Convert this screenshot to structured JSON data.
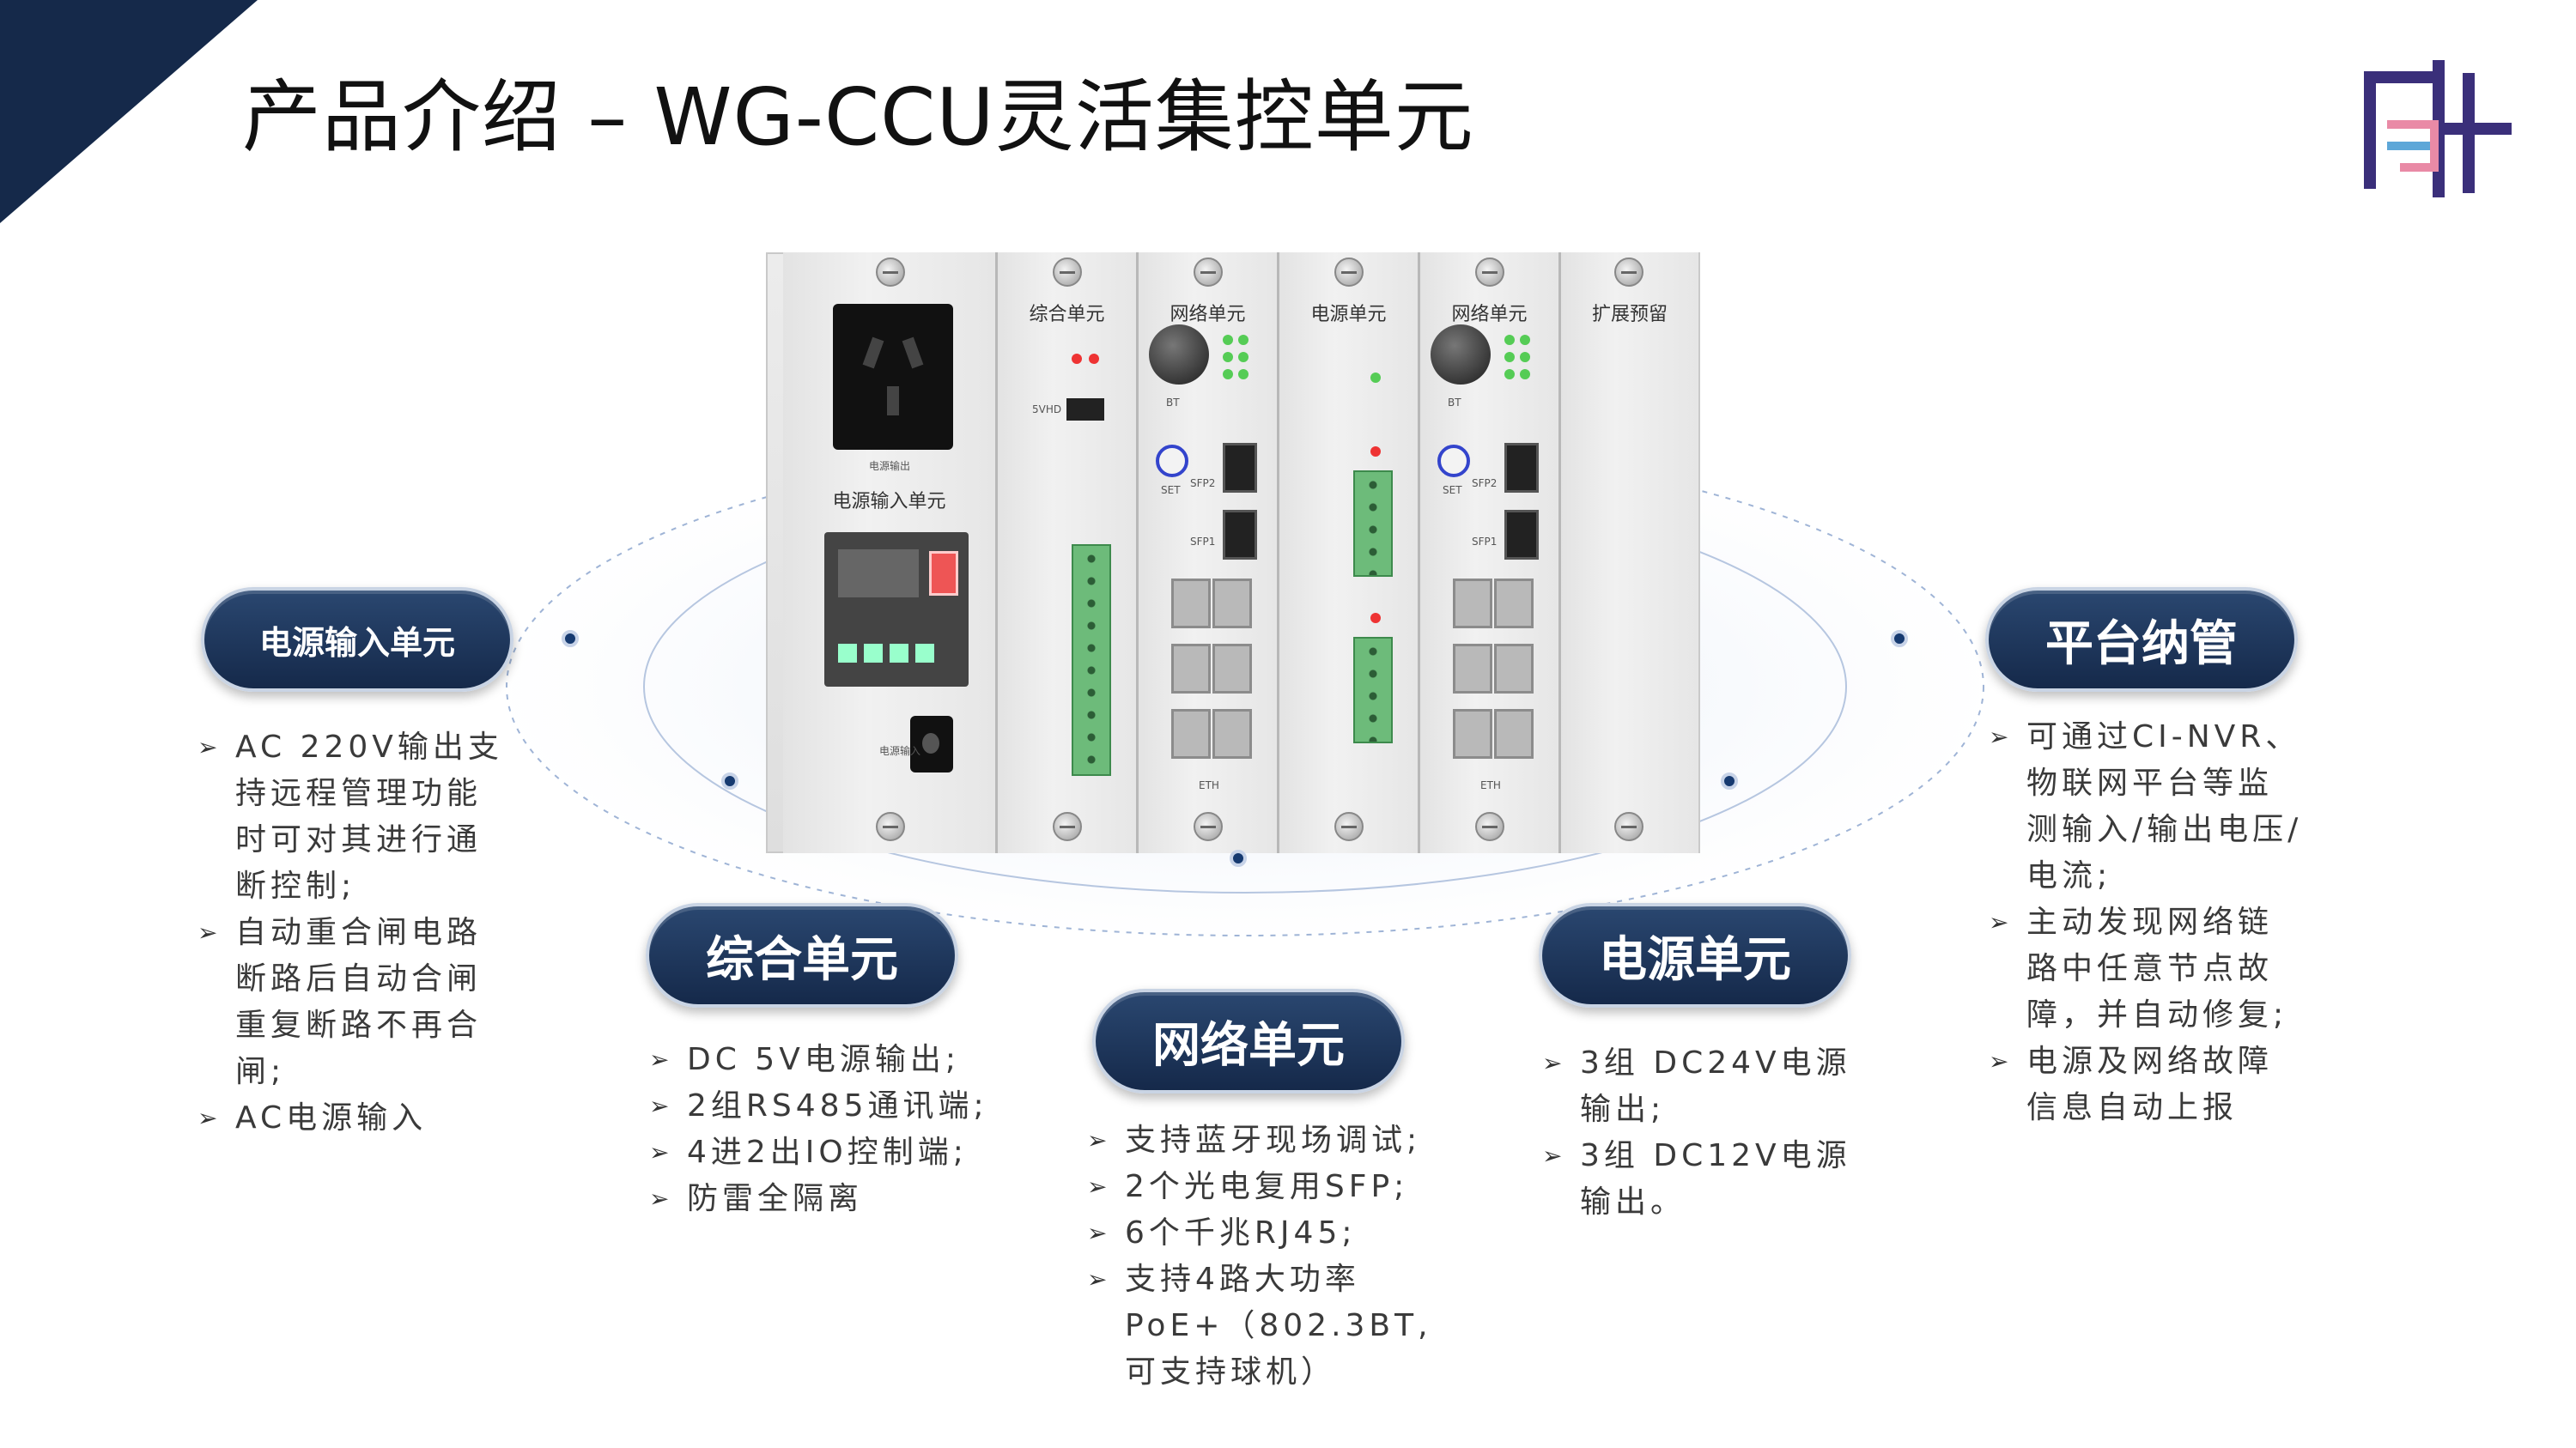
{
  "slide": {
    "title": "产品介绍 – WG-CCU灵活集控单元"
  },
  "device": {
    "modules": [
      {
        "name": "电源输入单元",
        "socket_label": "电源输出",
        "input_label": "电源输入"
      },
      {
        "name": "综合单元",
        "port_label": "5VHD"
      },
      {
        "name": "网络单元",
        "bt": "BT",
        "set": "SET",
        "sfp2": "SFP2",
        "sfp1": "SFP1",
        "eth": "ETH"
      },
      {
        "name": "电源单元"
      },
      {
        "name": "网络单元",
        "bt": "BT",
        "set": "SET",
        "sfp2": "SFP2",
        "sfp1": "SFP1",
        "eth": "ETH"
      },
      {
        "name": "扩展预留"
      }
    ]
  },
  "sections": {
    "power_input": {
      "label": "电源输入单元",
      "items": [
        "AC 220V输出支持远程管理功能时可对其进行通断控制;",
        "自动重合闸电路断路后自动合闸重复断路不再合闸;",
        "AC电源输入"
      ]
    },
    "integrated": {
      "label": "综合单元",
      "items": [
        "DC 5V电源输出;",
        "2组RS485通讯端;",
        "4进2出IO控制端;",
        "防雷全隔离"
      ]
    },
    "network": {
      "label": "网络单元",
      "items": [
        "支持蓝牙现场调试;",
        "2个光电复用SFP;",
        "6个千兆RJ45;",
        "支持4路大功率PoE+（802.3BT,可支持球机）"
      ]
    },
    "power": {
      "label": "电源单元",
      "items": [
        "3组 DC24V电源输出;",
        "3组 DC12V电源输出。"
      ]
    },
    "platform": {
      "label": "平台纳管",
      "items": [
        "可通过CI-NVR、物联网平台等监测输入/输出电压/电流;",
        "主动发现网络链路中任意节点故障，并自动修复;",
        "电源及网络故障信息自动上报"
      ]
    }
  },
  "colors": {
    "navy": "#15294a",
    "logo_purple": "#3a2f7a",
    "logo_pink": "#e98aa6",
    "logo_blue": "#5da7d8"
  }
}
